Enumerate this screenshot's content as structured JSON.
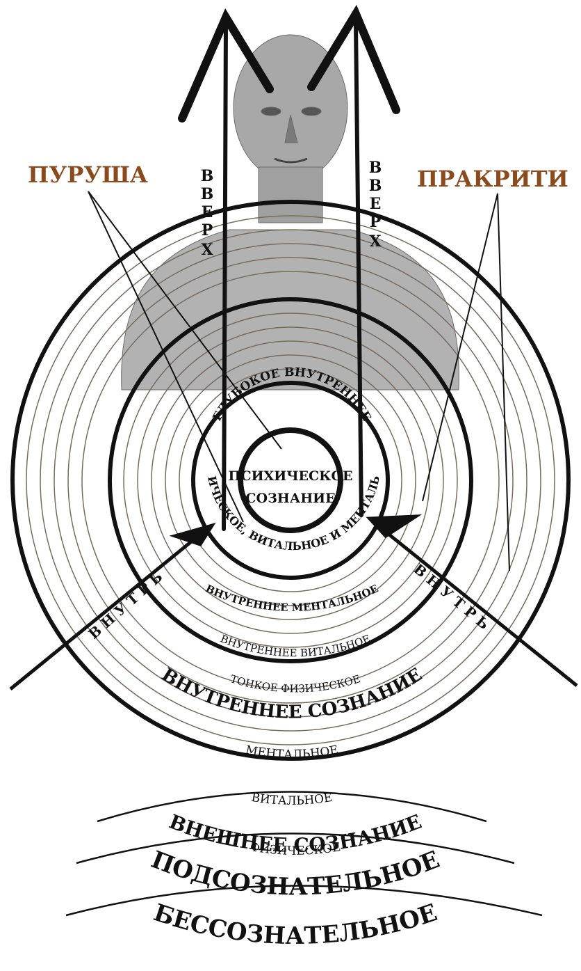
{
  "labels": {
    "purusha": "ПУРУША",
    "prakriti": "ПРАКРИТИ",
    "up_left": [
      "В",
      "В",
      "Е",
      "Р",
      "Х"
    ],
    "up_right": [
      "В",
      "В",
      "Е",
      "Р",
      "Х"
    ],
    "psychic_line1": "ПСИХИЧЕСКОЕ",
    "psychic_line2": "СОЗНАНИЕ",
    "deep_inner": "ГЛУБОКОЕ ВНУТРЕННЕЕ",
    "phys_vital_mental": "ФИЗИЧЕСКОЕ, ВИТАЛЬНОЕ И МЕНТАЛЬНОЕ",
    "inner_mental": "ВНУТРЕННЕЕ МЕНТАЛЬНОЕ",
    "inner_vital": "ВНУТРЕННЕЕ ВИТАЛЬНОЕ",
    "subtle_physical": "ТОНКОЕ ФИЗИЧЕСКОЕ",
    "inner_consciousness": "ВНУТРЕННЕЕ СОЗНАНИЕ",
    "mental": "МЕНТАЛЬНОЕ",
    "vital": "ВИТАЛЬНОЕ",
    "physical": "ФИЗИЧЕСКОЕ",
    "outer_consciousness": "ВНЕШНЕЕ СОЗНАНИЕ",
    "subconscious": "ПОДСОЗНАТЕЛЬНОЕ",
    "unconscious": "БЕССОЗНАТЕЛЬНОЕ",
    "inward_left": "В Н У Т Р Ь",
    "inward_right": "В Н У Т Р Ь"
  },
  "colors": {
    "accent_brown": "#8a4a1c",
    "ink": "#111111",
    "figure": "#8c8c8c",
    "ring_brown": "#7a6a5a"
  },
  "icons": {
    "figure": "human-figure-icon",
    "arrow": "up-arrow-icon"
  }
}
